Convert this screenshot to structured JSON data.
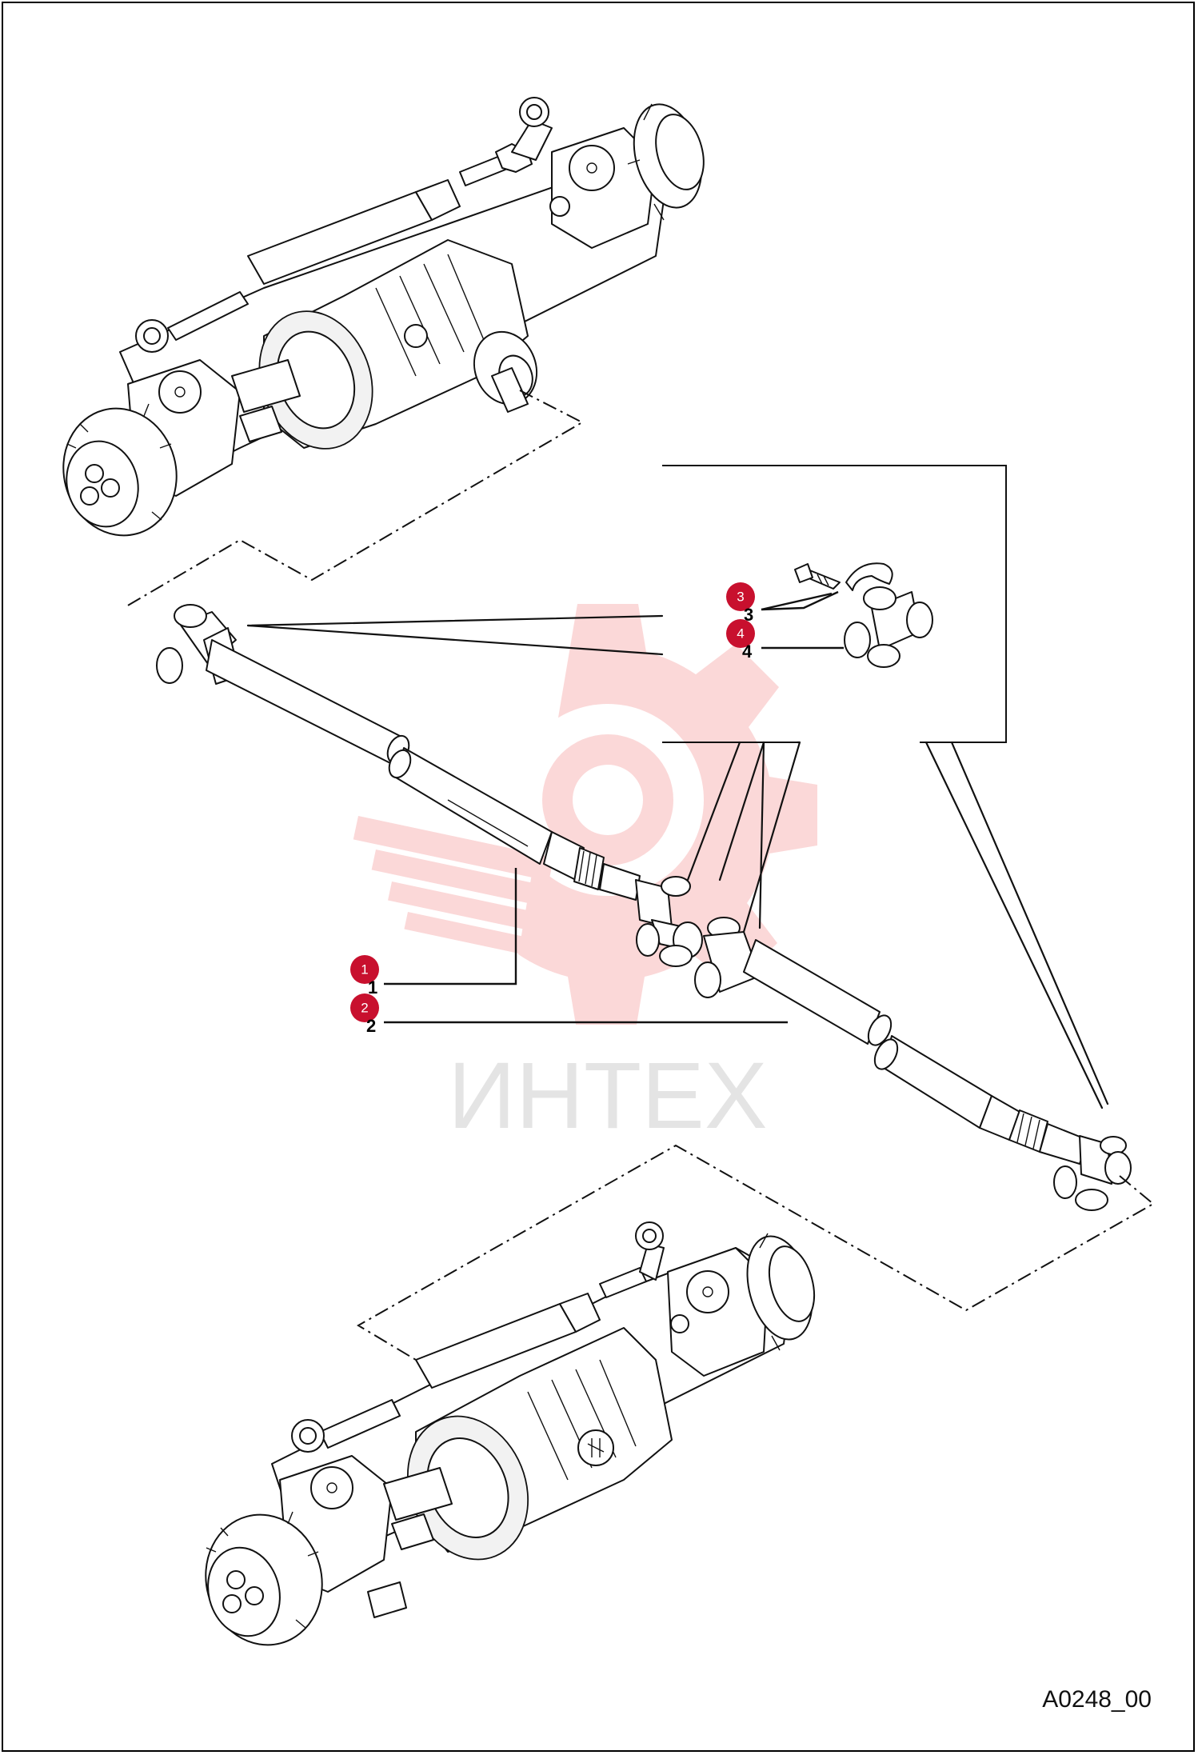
{
  "drawing_code": "A0248_00",
  "watermark": {
    "text": "ИНТЕХ",
    "color": "#f5c6c6"
  },
  "callouts": [
    {
      "id": "1",
      "label": "1"
    },
    {
      "id": "2",
      "label": "2"
    },
    {
      "id": "3",
      "label": "3"
    },
    {
      "id": "4",
      "label": "4"
    }
  ],
  "colors": {
    "badge": "#c8102e",
    "line": "#111111",
    "background": "#ffffff"
  }
}
